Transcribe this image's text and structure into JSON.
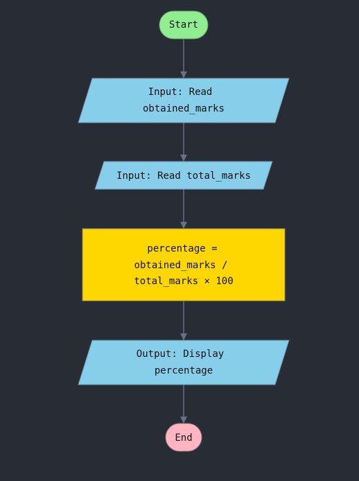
{
  "diagram": {
    "type": "flowchart",
    "nodes": [
      {
        "id": "start",
        "shape": "terminal",
        "lines": [
          "Start"
        ],
        "fill": "#90ee90",
        "stroke": "#6a9a6a"
      },
      {
        "id": "input_obtained",
        "shape": "input-output",
        "lines": [
          "Input: Read",
          "obtained_marks"
        ],
        "fill": "#87ceeb",
        "stroke": "#6a8ea6"
      },
      {
        "id": "input_total",
        "shape": "input-output",
        "lines": [
          "Input: Read total_marks"
        ],
        "fill": "#87ceeb",
        "stroke": "#6a8ea6"
      },
      {
        "id": "compute",
        "shape": "process",
        "lines": [
          "percentage =",
          "obtained_marks /",
          "total_marks × 100"
        ],
        "fill": "#ffd700",
        "stroke": "#8a8a6a"
      },
      {
        "id": "output",
        "shape": "input-output",
        "lines": [
          "Output: Display",
          "percentage"
        ],
        "fill": "#87ceeb",
        "stroke": "#6a8ea6"
      },
      {
        "id": "end",
        "shape": "terminal",
        "lines": [
          "End"
        ],
        "fill": "#ffb6c1",
        "stroke": "#9a7a80"
      }
    ],
    "edges": [
      {
        "from": "start",
        "to": "input_obtained"
      },
      {
        "from": "input_obtained",
        "to": "input_total"
      },
      {
        "from": "input_total",
        "to": "compute"
      },
      {
        "from": "compute",
        "to": "output"
      },
      {
        "from": "output",
        "to": "end"
      }
    ],
    "colors": {
      "background": "#282c34",
      "edge": "#6a7184",
      "text": "#111111"
    }
  }
}
